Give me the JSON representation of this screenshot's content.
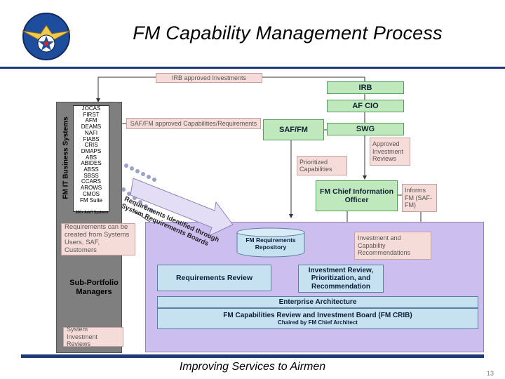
{
  "header": {
    "title": "FM Capability Management Process"
  },
  "footer": {
    "tagline": "Improving Services to Airmen",
    "page_number": "13"
  },
  "flow": {
    "irb": "IRB",
    "af_cio": "AF CIO",
    "saf_fm": "SAF/FM",
    "swg": "SWG",
    "irb_approved": "IRB approved Investments",
    "safm_approved": "SAF/FM approved Capabilities/Requirements",
    "prioritized": "Prioritized Capabilities",
    "approved_reviews": "Approved Investment Reviews",
    "cio": "FM Chief Information Officer",
    "informs": "Informs FM (SAF-FM)",
    "req_repo": "FM Requirements Repository",
    "inv_recs": "Investment and Capability Recommendations",
    "req_review": "Requirements Review",
    "inv_review": "Investment Review, Prioritization, and Recommendation",
    "ent_arch": "Enterprise Architecture",
    "crib_title": "FM Capabilities Review and Investment Board (FM CRIB)",
    "crib_chair": "Chaired by FM Chief Architect",
    "req_created": "Requirements can be created from Systems Users, SAF, Customers",
    "sub_portfolio": "Sub-Portfolio Managers",
    "sys_inv_reviews": "System Investment Reviews",
    "req_identified": "Requirements Identified through System Requirements Boards"
  },
  "systems": {
    "heading": "FM IT Business Systems",
    "items": [
      "JOCAS",
      "FIRST",
      "AFM",
      "DEAMS",
      "NAFI",
      "FIABS",
      "CRIS",
      "DMAPS",
      "ABS",
      "ABIDES",
      "ABSS",
      "SBSS",
      "CCARS",
      "AROWS",
      "CMOS",
      "FM Suite"
    ],
    "extra": "200+ Add'l Systems"
  },
  "colors": {
    "accent": "#1f3a78",
    "green": "#bfe8bd",
    "pink": "#f6dcd9",
    "blue": "#c6e2f1",
    "purple": "#cdbef0",
    "gray": "#7f7f7f"
  }
}
